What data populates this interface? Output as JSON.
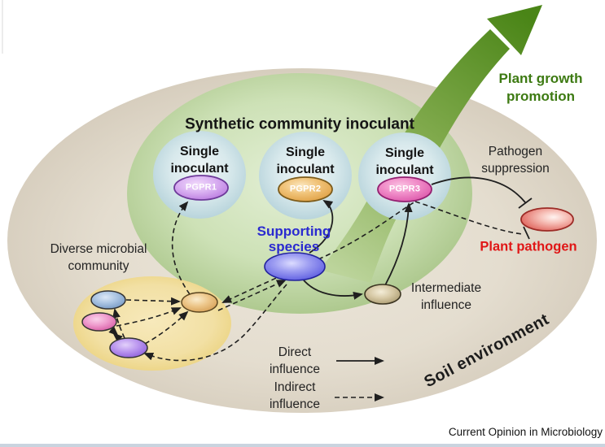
{
  "figure": {
    "title": "Synthetic community inoculant",
    "credit": "Current Opinion in Microbiology"
  },
  "growth_arrow": {
    "line1": "Plant growth",
    "line2": "promotion",
    "color": "#4d8a1d"
  },
  "inoculants": [
    {
      "line1": "Single",
      "line2": "inoculant",
      "pgpr": "PGPR1",
      "pgpr_color": "#b673dd"
    },
    {
      "line1": "Single",
      "line2": "inoculant",
      "pgpr": "PGPR2",
      "pgpr_color": "#dd9c3e"
    },
    {
      "line1": "Single",
      "line2": "inoculant",
      "pgpr": "PGPR3",
      "pgpr_color": "#d94fa6"
    }
  ],
  "supporting_species": {
    "line1": "Supporting",
    "line2": "species",
    "text_color": "#2a2ad0",
    "fill_color": "#5b5be0"
  },
  "intermediate": {
    "line1": "Intermediate",
    "line2": "influence",
    "fill_color": "#a8986c"
  },
  "pathogen": {
    "label": "Plant pathogen",
    "label_color": "#e01616",
    "fill_color": "#e0605a",
    "suppression_line1": "Pathogen",
    "suppression_line2": "suppression"
  },
  "community": {
    "line1": "Diverse microbial",
    "line2": "community",
    "member_colors": [
      "#6f93bf",
      "#d4559f",
      "#8858d8",
      "#d39a4e"
    ],
    "bubble_color": "#f2e0a4"
  },
  "soil": {
    "label": "Soil environment",
    "fill_color": "#d9d0c1"
  },
  "legend": {
    "direct": {
      "line1": "Direct",
      "line2": "influence",
      "style": "solid"
    },
    "indirect": {
      "line1": "Indirect",
      "line2": "influence",
      "style": "dashed"
    }
  }
}
